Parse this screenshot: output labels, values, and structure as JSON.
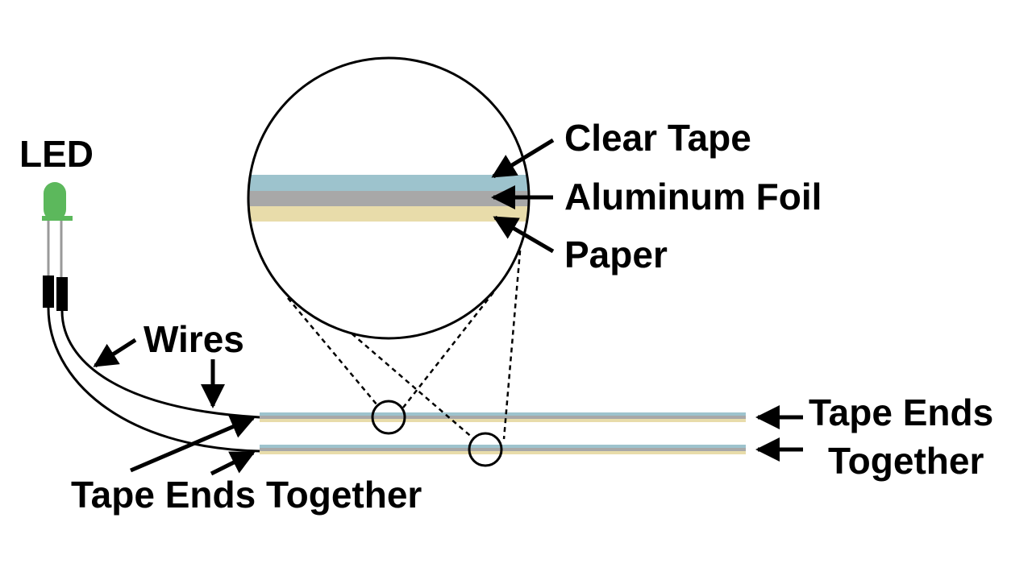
{
  "labels": {
    "led": "LED",
    "clear_tape": "Clear Tape",
    "aluminum_foil": "Aluminum Foil",
    "paper": "Paper",
    "wires": "Wires",
    "tape_ends_bottom": "Tape Ends Together",
    "tape_ends_right_line1": "Tape Ends",
    "tape_ends_right_line2": "Together"
  },
  "colors": {
    "clear_tape": "#9dc3cd",
    "aluminum_foil": "#a8a8a8",
    "paper": "#e8dcaa",
    "led_body": "#5cb85c",
    "led_leads": "#9a9a9a",
    "ink": "#000000",
    "background": "#ffffff"
  }
}
